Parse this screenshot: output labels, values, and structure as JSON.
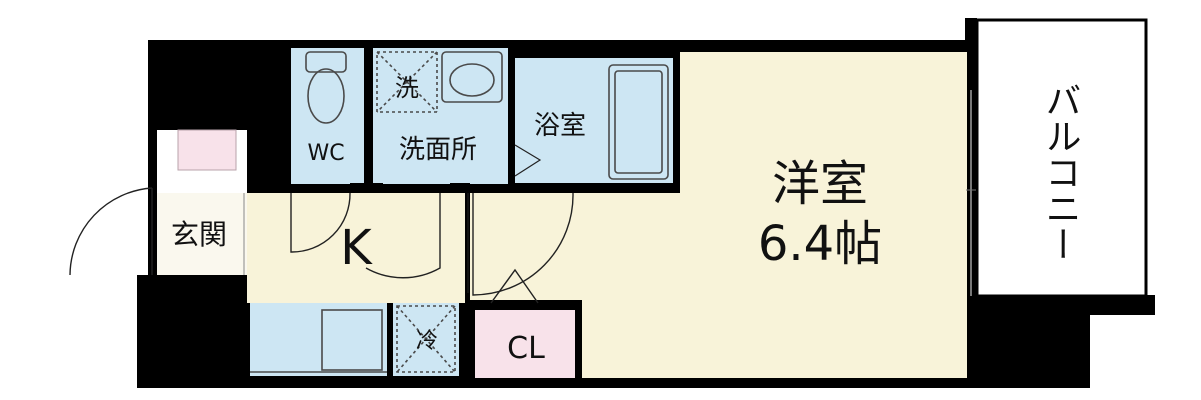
{
  "rooms": {
    "wc": "WC",
    "washroom": "洗面所",
    "washer": "洗",
    "bath": "浴室",
    "western_room": "洋室",
    "western_room_size": "6.4帖",
    "kitchen": "K",
    "entrance": "玄関",
    "fridge": "冷",
    "closet": "CL",
    "balcony": "バルコニー"
  },
  "colors": {
    "wall": "#000000",
    "wet_area": "#cde6f3",
    "floor": "#f8f3d9",
    "closet": "#f8e2ea",
    "fixture_stroke": "#4a4a4a"
  }
}
